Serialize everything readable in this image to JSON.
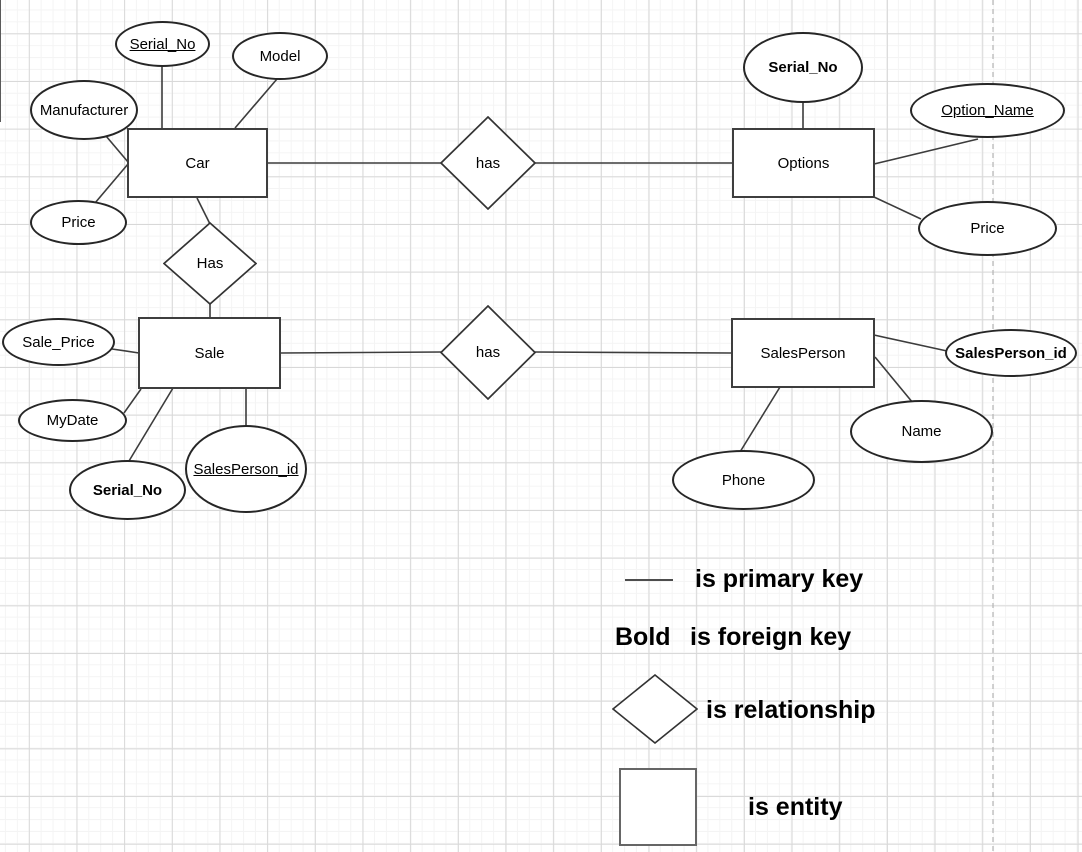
{
  "er": {
    "entities": {
      "car": "Car",
      "options": "Options",
      "sale": "Sale",
      "salesperson": "SalesPerson"
    },
    "relationships": {
      "car_options": "has",
      "car_sale": "Has",
      "sale_salesperson": "has"
    },
    "attributes": {
      "car_serial_no": {
        "label": "Serial_No",
        "key": "primary"
      },
      "car_model": {
        "label": "Model",
        "key": "none"
      },
      "car_manufacturer": {
        "label": "Manufacturer",
        "key": "none"
      },
      "car_price": {
        "label": "Price",
        "key": "none"
      },
      "options_serial_no": {
        "label": "Serial_No",
        "key": "foreign"
      },
      "options_option_name": {
        "label": "Option_Name",
        "key": "primary"
      },
      "options_price": {
        "label": "Price",
        "key": "none"
      },
      "sale_sale_price": {
        "label": "Sale_Price",
        "key": "none"
      },
      "sale_mydate": {
        "label": "MyDate",
        "key": "none"
      },
      "sale_serial_no": {
        "label": "Serial_No",
        "key": "foreign"
      },
      "sale_salesperson_id": {
        "label": "SalesPerson_id",
        "key": "primary"
      },
      "salesperson_salesperson_id": {
        "label": "SalesPerson_id",
        "key": "foreign"
      },
      "salesperson_name": {
        "label": "Name",
        "key": "none"
      },
      "salesperson_phone": {
        "label": "Phone",
        "key": "none"
      }
    }
  },
  "legend": {
    "primary_key": "is primary key",
    "bold_sample": "Bold",
    "foreign_key": "is foreign key",
    "relationship": "is relationship",
    "entity": "is entity"
  },
  "colors": {
    "shape_stroke": "#3e3e3e",
    "connector_stroke": "#3c3c3c",
    "grid_major": "#d8d8d8",
    "grid_minor": "#f4f4f4",
    "page_guide": "#b5b5b5"
  }
}
